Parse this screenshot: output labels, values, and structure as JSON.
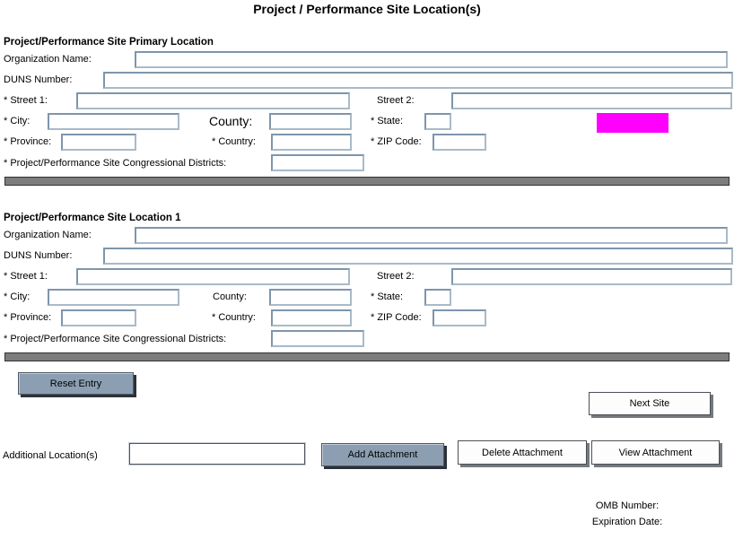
{
  "title": "Project / Performance Site Location(s)",
  "sections": [
    {
      "header": "Project/Performance Site Primary Location",
      "labels": {
        "organization": "Organization Name:",
        "duns": "DUNS Number:",
        "street1": "* Street 1:",
        "street2": "Street 2:",
        "city": "* City:",
        "county": "County:",
        "state": "* State:",
        "province": "* Province:",
        "country": "* Country:",
        "zip": "* ZIP Code:",
        "congressional": "* Project/Performance Site Congressional Districts:"
      }
    },
    {
      "header": "Project/Performance Site Location 1",
      "labels": {
        "organization": "Organization Name:",
        "duns": "DUNS Number:",
        "street1": "* Street 1:",
        "street2": "Street 2:",
        "city": "* City:",
        "county": "County:",
        "state": "* State:",
        "province": "* Province:",
        "country": "* Country:",
        "zip": "* ZIP Code:",
        "congressional": "* Project/Performance Site Congressional Districts:"
      }
    }
  ],
  "actions": {
    "reset": "Reset Entry",
    "next_site": "Next Site",
    "additional_label": "Additional Location(s)",
    "add": "Add Attachment",
    "delete": "Delete Attachment",
    "view": "View Attachment"
  },
  "footer": {
    "omb": "OMB Number:",
    "expiration": "Expiration Date:"
  },
  "colors": {
    "highlight": "#ff00ff",
    "button_gray": "#8c9fb2",
    "divider_bar": "#7d7d7d",
    "input_border": "#7f95ab"
  }
}
